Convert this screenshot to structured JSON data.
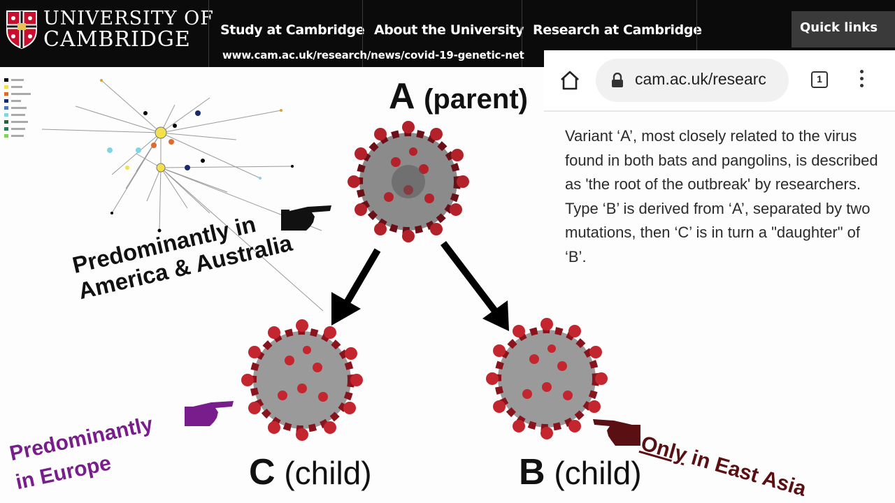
{
  "header": {
    "university_line1": "UNIVERSITY OF",
    "university_line2": "CAMBRIDGE",
    "nav": [
      "Study at Cambridge",
      "About the University",
      "Research at Cambridge"
    ],
    "quick_links": "Quick links",
    "article_url": "www.cam.ac.uk/research/news/covid-19-genetic-net"
  },
  "browser": {
    "url": "cam.ac.uk/researc",
    "tab_count": "1",
    "icons": [
      "home-icon",
      "lock-icon",
      "tabs-icon",
      "menu-icon"
    ]
  },
  "article": {
    "text": "Variant ‘A’, most closely related to the virus found in both bats and pangolins, is described as 'the root of the outbreak' by researchers. Type ‘B’ is derived from ‘A’, separated by two mutations, then ‘C’ is in turn a \"daughter\" of ‘B’."
  },
  "diagram": {
    "parent": {
      "letter": "A",
      "label": "(parent)"
    },
    "child_c": {
      "letter": "C",
      "label": "(child)"
    },
    "child_b": {
      "letter": "B",
      "label": "(child)"
    },
    "region_a_line1": "Predominantly in",
    "region_a_line2": "America & Australia",
    "region_c_line1": "Predominantly",
    "region_c_line2": "in Europe",
    "region_b_emph": "Only",
    "region_b_rest": " in East Asia",
    "colors": {
      "europe": "#7a1d8c",
      "east_asia": "#5a0f12",
      "virus": "#b3222a"
    }
  }
}
